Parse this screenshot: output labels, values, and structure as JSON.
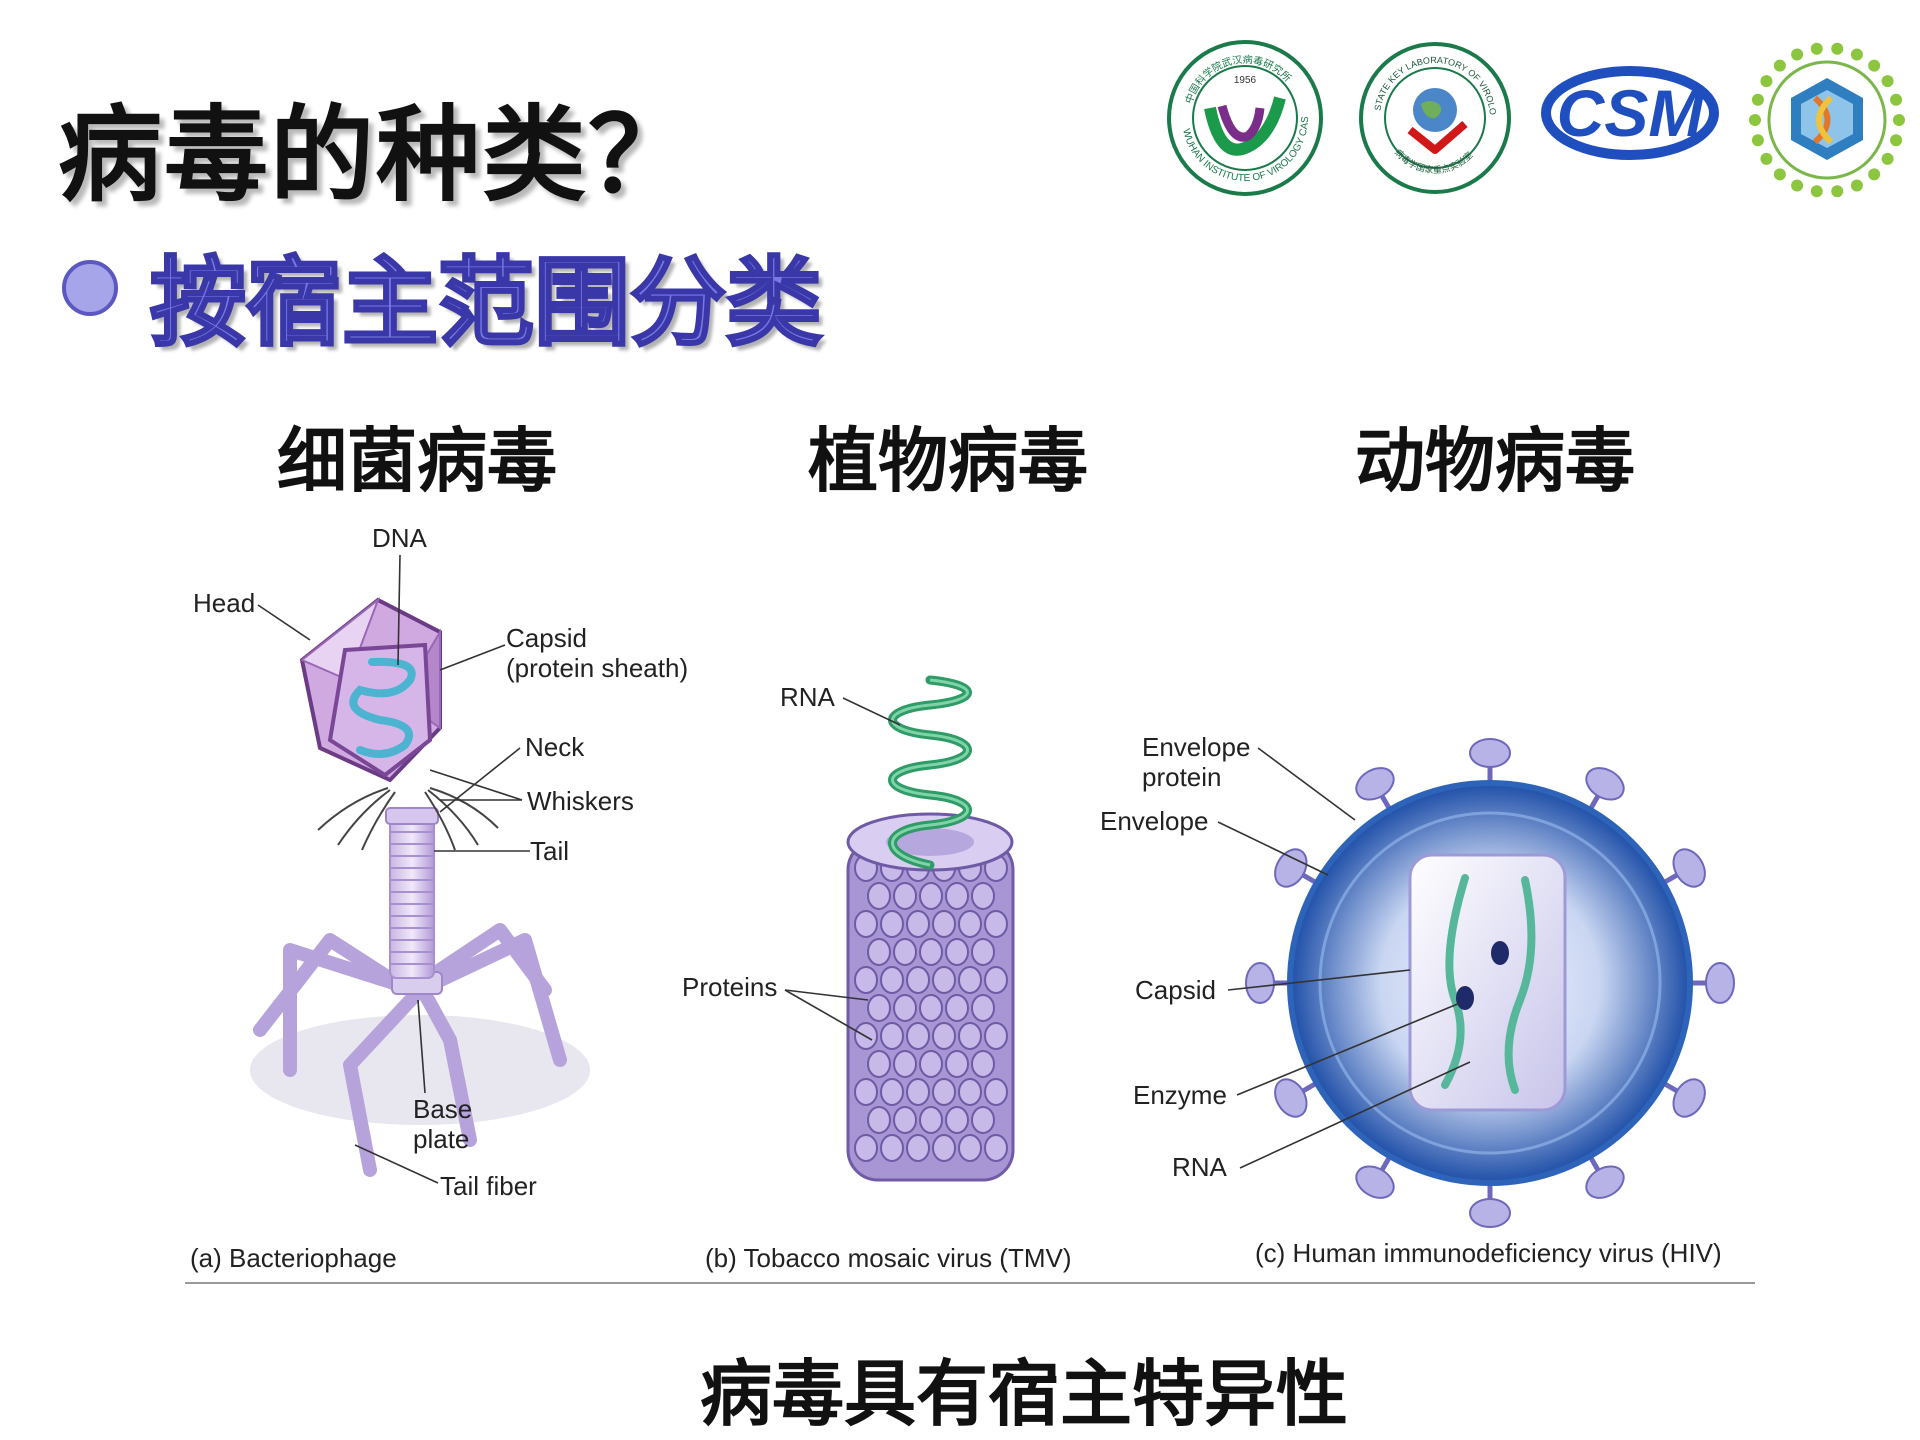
{
  "slide": {
    "title": "病毒的种类？",
    "bullet": "按宿主范围分类",
    "conclusion": "病毒具有宿主特异性"
  },
  "logos": {
    "wuhan": {
      "top_text": "中国科学院武汉病毒研究所",
      "year": "1956",
      "bottom_text": "WUHAN INSTITUTE OF VIROLOGY CAS"
    },
    "statekey": {
      "top_text": "STATE KEY LABORATORY OF VIROLOGY",
      "bottom_text": "病毒学国家重点实验室"
    },
    "csm": {
      "text": "CSM"
    }
  },
  "categories": {
    "bacterial": "细菌病毒",
    "plant": "植物病毒",
    "animal": "动物病毒"
  },
  "figure": {
    "bacteriophage": {
      "caption": "(a) Bacteriophage",
      "labels": {
        "dna": "DNA",
        "head": "Head",
        "capsid1": "Capsid",
        "capsid2": "(protein sheath)",
        "neck": "Neck",
        "whiskers": "Whiskers",
        "tail": "Tail",
        "base1": "Base",
        "base2": "plate",
        "tail_fiber": "Tail fiber"
      }
    },
    "tmv": {
      "caption": "(b) Tobacco mosaic virus (TMV)",
      "labels": {
        "rna": "RNA",
        "proteins": "Proteins"
      }
    },
    "hiv": {
      "caption": "(c) Human immunodeficiency virus (HIV)",
      "labels": {
        "env_protein1": "Envelope",
        "env_protein2": "protein",
        "envelope": "Envelope",
        "capsid": "Capsid",
        "enzyme": "Enzyme",
        "rna": "RNA"
      }
    }
  },
  "colors": {
    "bullet_text": "#7b78e6",
    "bullet_stroke": "#3a37a8",
    "phage_purple": "#b98fcf",
    "tmv_purple": "#9a88cc",
    "hiv_blue": "#2d63b8",
    "rna_green": "#3aa57a"
  }
}
